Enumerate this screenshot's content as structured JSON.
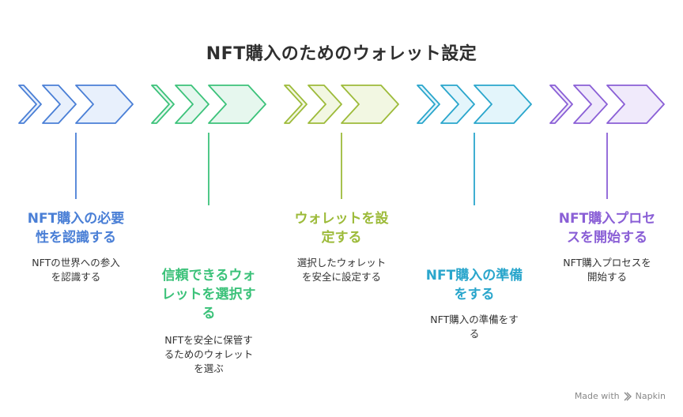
{
  "title": "NFT購入のためのウォレット設定",
  "steps": [
    {
      "heading": "NFT購入の必要性を認識する",
      "heading_lines": [
        "NFT購入の必要",
        "性を認識する"
      ],
      "desc_lines": [
        "NFTの世界への参入",
        "を認識する"
      ],
      "color": "#4a7fd6",
      "fill": "#e8f0fc"
    },
    {
      "heading": "信頼できるウォレットを選択する",
      "heading_lines": [
        "信頼できるウォ",
        "レットを選択す",
        "る"
      ],
      "desc_lines": [
        "NFTを安全に保管す",
        "るためのウォレット",
        "を選ぶ"
      ],
      "color": "#3cc27a",
      "fill": "#e6f7ee"
    },
    {
      "heading": "ウォレットを設定する",
      "heading_lines": [
        "ウォレットを設",
        "定する"
      ],
      "desc_lines": [
        "選択したウォレット",
        "を安全に設定する"
      ],
      "color": "#9dbb3a",
      "fill": "#f2f7e2"
    },
    {
      "heading": "NFT購入の準備をする",
      "heading_lines": [
        "NFT購入の準備",
        "をする"
      ],
      "desc_lines": [
        "NFT購入の準備をす",
        "る"
      ],
      "color": "#2aa6cc",
      "fill": "#e3f5fb"
    },
    {
      "heading": "NFT購入プロセスを開始する",
      "heading_lines": [
        "NFT購入プロセ",
        "スを開始する"
      ],
      "desc_lines": [
        "NFT購入プロセスを",
        "開始する"
      ],
      "color": "#8a5fd6",
      "fill": "#f0eafb"
    }
  ],
  "footer": {
    "made_with": "Made with",
    "brand": "Napkin"
  }
}
